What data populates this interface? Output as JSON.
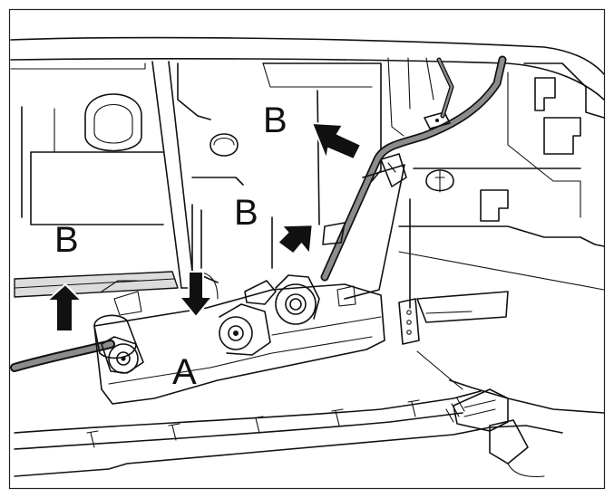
{
  "callouts": {
    "b_top": "B",
    "b_middle": "B",
    "b_left": "B",
    "a_bottom": "A"
  },
  "colors": {
    "line": "#111111",
    "cable_fill": "#8c8c8c",
    "strip_fill": "#dcdcdc",
    "background": "#ffffff"
  }
}
